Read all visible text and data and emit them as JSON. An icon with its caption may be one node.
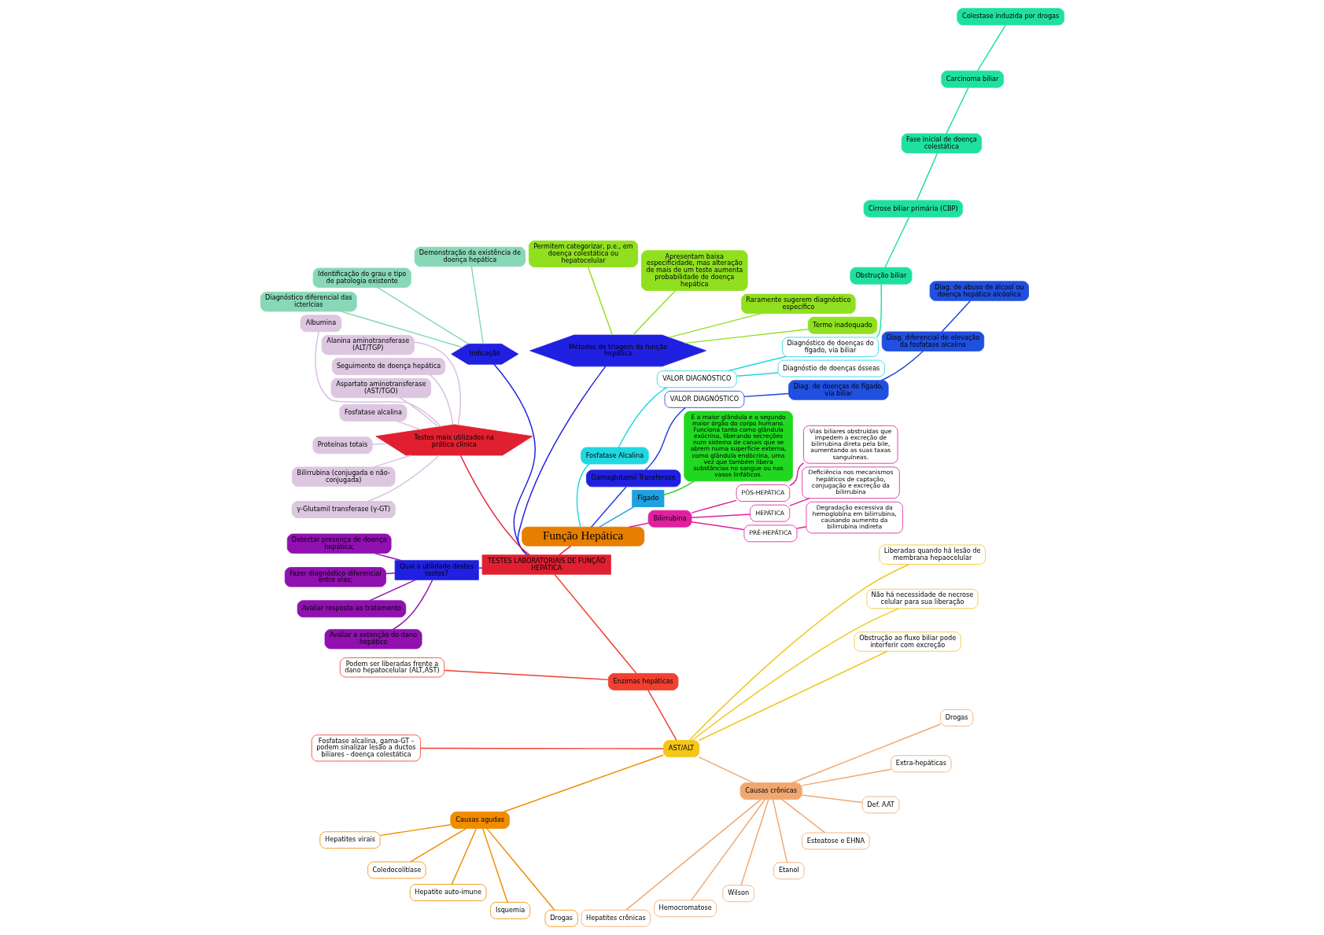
{
  "diagram": {
    "nodes": [
      {
        "text": [
          "Função Hepática"
        ]
      },
      {
        "text": [
          "Bilirrubina"
        ]
      },
      {
        "text": [
          "PRÉ-HEPÁTICA"
        ]
      },
      {
        "text": [
          "Degradação excessiva da hemoglobina em bilirrubina, causando aumento da bilirrubina indireta"
        ]
      },
      {
        "text": [
          "HEPÁTICA"
        ]
      },
      {
        "text": [
          "Deficiência nos mecanismos hepáticos de captação, conjugação e excreção da bilirrubina"
        ]
      },
      {
        "text": [
          "PÓS-HEPÁTICA"
        ]
      },
      {
        "text": [
          "Vias biliares obstruídas que impedem a excreção de bilirrubina direta pela bile, aumentando as suas taxas sanguíneas."
        ]
      },
      {
        "text": [
          "Fígado"
        ]
      },
      {
        "text": [
          "É a maior glândula e o segundo maior órgão do corpo humano. Funciona tanto como glândula exócrina, liberando secreções num sistema de canais que se abrem numa superfície externa, como glândula endócrina, uma vez que também libera substâncias no sangue ou nos vasos linfáticos."
        ]
      },
      {
        "text": [
          "Gamaglutamil Transferase"
        ]
      },
      {
        "text": [
          "VALOR DIAGNÓSTICO"
        ]
      },
      {
        "text": [
          "Diag. de doenças do fígado, via biliar"
        ]
      },
      {
        "text": [
          "Diag. diferencial de elevação da fosfatase alcalina"
        ]
      },
      {
        "text": [
          "Diag. de abuso de álcool ou doença hepática alcóolica"
        ]
      },
      {
        "text": [
          "Fosfatase Alcalina"
        ]
      },
      {
        "text": [
          "VALOR DIAGNÓSTICO"
        ]
      },
      {
        "text": [
          "Diagnóstio de doenças ósseas"
        ]
      },
      {
        "text": [
          "Diagnóstico de doenças do fígado, via biliar"
        ]
      },
      {
        "text": [
          "Obstrução biliar"
        ]
      },
      {
        "text": [
          "Cirrose biliar primária (CBP)"
        ]
      },
      {
        "text": [
          "Fase inicial de doença colestática"
        ]
      },
      {
        "text": [
          "Carcinoma biliar"
        ]
      },
      {
        "text": [
          "Colestase induzida por drogas"
        ]
      },
      {
        "text": [
          "TESTES LABORATORIAIS DE FUNÇÃO HEPÁTICA"
        ]
      },
      {
        "text": [
          "Métodos de triagem da função hepática"
        ]
      },
      {
        "text": [
          "Termo inadequado"
        ]
      },
      {
        "text": [
          "Raramente sugerem diagnóstico específico"
        ]
      },
      {
        "text": [
          "Apresentam baixa especificidade, mas alteração de mais de um teste aumenta probabilidade de doença hepática"
        ]
      },
      {
        "text": [
          "Permitem categorizar, p.e., em doença colestática ou hepatocelular"
        ]
      },
      {
        "text": [
          "Indicação"
        ]
      },
      {
        "text": [
          "Demonstração da existência de doença hepática"
        ]
      },
      {
        "text": [
          "Identificação do grau e tipo de patologia existente"
        ]
      },
      {
        "text": [
          "Diagnóstico diferencial das icterícias"
        ]
      },
      {
        "text": [
          "Testes mais utilizados na prática clínica"
        ]
      },
      {
        "text": [
          "Albumina"
        ]
      },
      {
        "text": [
          "Alanina aminotransferase (ALT/TGP)"
        ]
      },
      {
        "text": [
          "Seguimento de doença hepática"
        ]
      },
      {
        "text": [
          "Aspartato aminotransferase (AST/TGO)"
        ]
      },
      {
        "text": [
          "Fosfatase alcalina"
        ]
      },
      {
        "text": [
          "Proteínas totais"
        ]
      },
      {
        "text": [
          "Bilirrubina (conjugada e não-conjugada)"
        ]
      },
      {
        "text": [
          "γ-Glutamil transferase (γ-GT)"
        ]
      },
      {
        "text": [
          "Qual a utilidade destes testes?"
        ]
      },
      {
        "text": [
          "Detectar presença de doença hepática;"
        ]
      },
      {
        "text": [
          "Fazer diagnóstico diferencial entre elas;"
        ]
      },
      {
        "text": [
          "Avaliar resposta ao tratamento"
        ]
      },
      {
        "text": [
          "Avaliar a extenção do dano hepático"
        ]
      },
      {
        "text": [
          "Enzimas hepáticas"
        ]
      },
      {
        "text": [
          "Podem ser liberadas frente a dano hepatocelular (ALT,AST)"
        ]
      },
      {
        "text": [
          "AST/ALT"
        ]
      },
      {
        "text": [
          "Fosfatase alcalina, gama-GT - podem sinalizar lesão a ductos biliares - doença colestática"
        ]
      },
      {
        "text": [
          "Causas agudas"
        ]
      },
      {
        "text": [
          "Hepatites virais"
        ]
      },
      {
        "text": [
          "Coledocolitíase"
        ]
      },
      {
        "text": [
          "Hepatite auto-imune"
        ]
      },
      {
        "text": [
          "Isquemia"
        ]
      },
      {
        "text": [
          "Drogas"
        ]
      },
      {
        "text": [
          "Causas crônicas"
        ]
      },
      {
        "text": [
          "Hepatites crônicas"
        ]
      },
      {
        "text": [
          "Hemocromatose"
        ]
      },
      {
        "text": [
          "Wilson"
        ]
      },
      {
        "text": [
          "Etanol"
        ]
      },
      {
        "text": [
          "Esteatose e EHNA"
        ]
      },
      {
        "text": [
          "Def. AAT"
        ]
      },
      {
        "text": [
          "Extra-hepáticas"
        ]
      },
      {
        "text": [
          "Drogas"
        ]
      },
      {
        "text": [
          "Obstrução ao fluxo biliar pode interferir com excreção"
        ]
      },
      {
        "text": [
          "Não há necessidade de necrose celular para sua liberação"
        ]
      },
      {
        "text": [
          "Liberadas quando há lesão de membrana hepaocelular"
        ]
      }
    ],
    "edges": [
      {
        "from": 0,
        "to": 1,
        "arrow": "none",
        "color": "#e020a0"
      },
      {
        "from": 1,
        "to": 2,
        "arrow": "none",
        "color": "#e020a0"
      },
      {
        "from": 2,
        "to": 3,
        "arrow": "none",
        "color": "#e020a0"
      },
      {
        "from": 1,
        "to": 4,
        "arrow": "none",
        "color": "#e020a0"
      },
      {
        "from": 4,
        "to": 5,
        "arrow": "none",
        "color": "#e020a0"
      },
      {
        "from": 1,
        "to": 6,
        "arrow": "none",
        "color": "#e020a0"
      },
      {
        "from": 6,
        "to": 7,
        "arrow": "none",
        "color": "#e020a0"
      },
      {
        "from": 0,
        "to": 8,
        "arrow": "none",
        "color": "#20a0e0"
      },
      {
        "from": 8,
        "to": 9,
        "arrow": "none",
        "color": "#20d020"
      },
      {
        "from": 0,
        "to": 10,
        "arrow": "none",
        "color": "#2040e0"
      },
      {
        "from": 10,
        "to": 11,
        "arrow": "none",
        "color": "#2040e0"
      },
      {
        "from": 11,
        "to": 12,
        "arrow": "none",
        "color": "#2040e0"
      },
      {
        "from": 12,
        "to": 13,
        "arrow": "none",
        "color": "#2040e0"
      },
      {
        "from": 13,
        "to": 14,
        "arrow": "none",
        "color": "#2040e0"
      },
      {
        "from": 0,
        "to": 15,
        "arrow": "none",
        "color": "#20d8e0"
      },
      {
        "from": 15,
        "to": 16,
        "arrow": "none",
        "color": "#20d8e0"
      },
      {
        "from": 16,
        "to": 17,
        "arrow": "none",
        "color": "#20d8e0"
      },
      {
        "from": 16,
        "to": 18,
        "arrow": "none",
        "color": "#20d8e0"
      },
      {
        "from": 18,
        "to": 19,
        "arrow": "none",
        "color": "#20e0a0"
      },
      {
        "from": 19,
        "to": 20,
        "arrow": "none",
        "color": "#20e0a0"
      },
      {
        "from": 20,
        "to": 21,
        "arrow": "none",
        "color": "#20e0a0"
      },
      {
        "from": 21,
        "to": 22,
        "arrow": "none",
        "color": "#20e0a0"
      },
      {
        "from": 22,
        "to": 23,
        "arrow": "none",
        "color": "#20e0a0"
      },
      {
        "from": 0,
        "to": 24,
        "arrow": "none",
        "color": "#e02030"
      },
      {
        "from": 24,
        "to": 25,
        "arrow": "none",
        "color": "#2020e0"
      },
      {
        "from": 25,
        "to": 26,
        "arrow": "none",
        "color": "#90e020"
      },
      {
        "from": 25,
        "to": 27,
        "arrow": "none",
        "color": "#90e020"
      },
      {
        "from": 25,
        "to": 28,
        "arrow": "none",
        "color": "#90e020"
      },
      {
        "from": 25,
        "to": 29,
        "arrow": "none",
        "color": "#90e020"
      },
      {
        "from": 24,
        "to": 30,
        "arrow": "none",
        "color": "#2020e0"
      },
      {
        "from": 30,
        "to": 31,
        "arrow": "none",
        "color": "#88d8b8"
      },
      {
        "from": 30,
        "to": 32,
        "arrow": "none",
        "color": "#88d8b8"
      },
      {
        "from": 30,
        "to": 33,
        "arrow": "none",
        "color": "#88d8b8"
      },
      {
        "from": 24,
        "to": 34,
        "arrow": "none",
        "color": "#e02030"
      },
      {
        "from": 34,
        "to": 35,
        "arrow": "none",
        "color": "#d8c0e0"
      },
      {
        "from": 34,
        "to": 36,
        "arrow": "none",
        "color": "#d8c0e0"
      },
      {
        "from": 34,
        "to": 37,
        "arrow": "none",
        "color": "#d8c0e0"
      },
      {
        "from": 34,
        "to": 38,
        "arrow": "none",
        "color": "#d8c0e0"
      },
      {
        "from": 34,
        "to": 39,
        "arrow": "none",
        "color": "#d8c0e0"
      },
      {
        "from": 34,
        "to": 40,
        "arrow": "none",
        "color": "#d8c0e0"
      },
      {
        "from": 34,
        "to": 41,
        "arrow": "none",
        "color": "#d8c0e0"
      },
      {
        "from": 34,
        "to": 42,
        "arrow": "none",
        "color": "#d8c0e0"
      },
      {
        "from": 24,
        "to": 43,
        "arrow": "none",
        "color": "#2020e0"
      },
      {
        "from": 43,
        "to": 44,
        "arrow": "none",
        "color": "#9010b0"
      },
      {
        "from": 43,
        "to": 45,
        "arrow": "none",
        "color": "#9010b0"
      },
      {
        "from": 43,
        "to": 46,
        "arrow": "none",
        "color": "#9010b0"
      },
      {
        "from": 43,
        "to": 47,
        "arrow": "none",
        "color": "#9010b0"
      },
      {
        "from": 24,
        "to": 48,
        "arrow": "none",
        "color": "#f04030"
      },
      {
        "from": 48,
        "to": 49,
        "arrow": "none",
        "color": "#f04030"
      },
      {
        "from": 48,
        "to": 50,
        "arrow": "none",
        "color": "#f04030"
      },
      {
        "from": 50,
        "to": 51,
        "arrow": "none",
        "color": "#f04030"
      },
      {
        "from": 50,
        "to": 52,
        "arrow": "none",
        "color": "#f08c00"
      },
      {
        "from": 52,
        "to": 53,
        "arrow": "none",
        "color": "#f08c00"
      },
      {
        "from": 52,
        "to": 54,
        "arrow": "none",
        "color": "#f08c00"
      },
      {
        "from": 52,
        "to": 55,
        "arrow": "none",
        "color": "#f08c00"
      },
      {
        "from": 52,
        "to": 56,
        "arrow": "none",
        "color": "#f08c00"
      },
      {
        "from": 52,
        "to": 57,
        "arrow": "none",
        "color": "#f08c00"
      },
      {
        "from": 50,
        "to": 58,
        "arrow": "none",
        "color": "#f0a870"
      },
      {
        "from": 58,
        "to": 59,
        "arrow": "none",
        "color": "#f0a870"
      },
      {
        "from": 58,
        "to": 60,
        "arrow": "none",
        "color": "#f0a870"
      },
      {
        "from": 58,
        "to": 61,
        "arrow": "none",
        "color": "#f0a870"
      },
      {
        "from": 58,
        "to": 62,
        "arrow": "none",
        "color": "#f0a870"
      },
      {
        "from": 58,
        "to": 63,
        "arrow": "none",
        "color": "#f0a870"
      },
      {
        "from": 58,
        "to": 64,
        "arrow": "none",
        "color": "#f0a870"
      },
      {
        "from": 58,
        "to": 65,
        "arrow": "none",
        "color": "#f0a870"
      },
      {
        "from": 58,
        "to": 66,
        "arrow": "none",
        "color": "#f0a870"
      },
      {
        "from": 50,
        "to": 67,
        "arrow": "none",
        "color": "#f0c820"
      },
      {
        "from": 50,
        "to": 68,
        "arrow": "none",
        "color": "#f0c820"
      },
      {
        "from": 50,
        "to": 69,
        "arrow": "none",
        "color": "#f0c820"
      }
    ]
  }
}
